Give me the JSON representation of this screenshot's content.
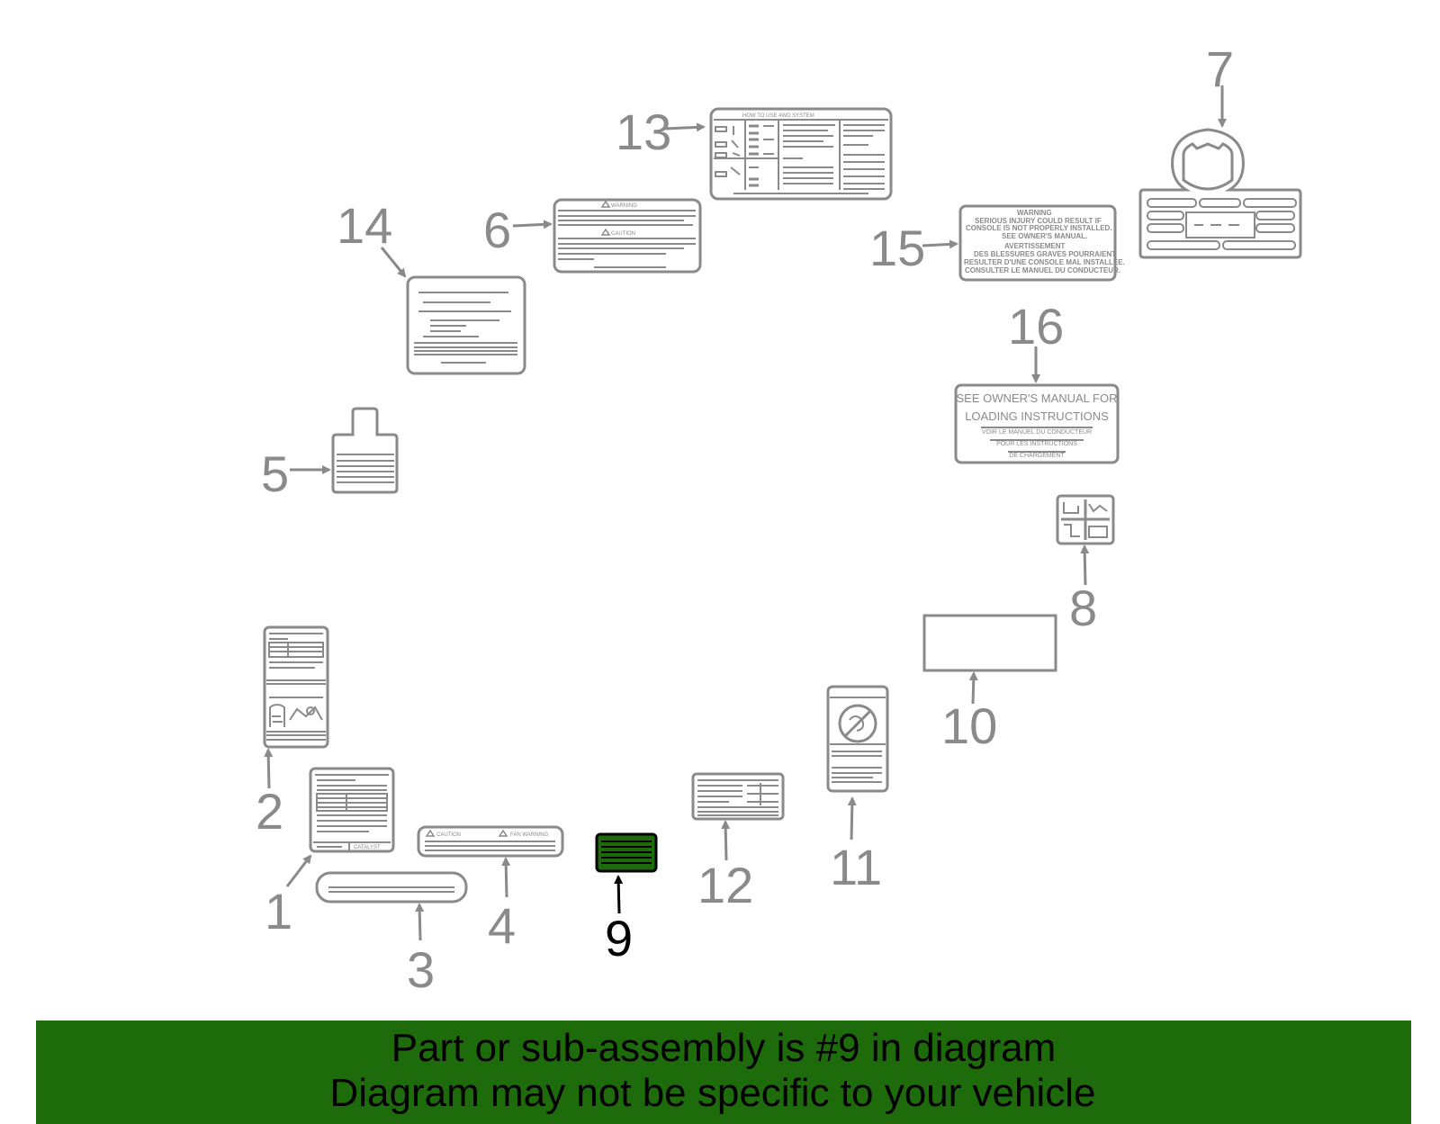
{
  "callouts": {
    "n1": "1",
    "n2": "2",
    "n3": "3",
    "n4": "4",
    "n5": "5",
    "n6": "6",
    "n7": "7",
    "n8": "8",
    "n9": "9",
    "n10": "10",
    "n11": "11",
    "n12": "12",
    "n13": "13",
    "n14": "14",
    "n15": "15",
    "n16": "16"
  },
  "highlighted_part": "9",
  "label_texts": {
    "l13_header": "HOW TO USE 4WD SYSTEM",
    "l6_warning": "WARNING",
    "l6_caution": "CAUTION",
    "l15_warning": "WARNING",
    "l15_en_1": "SERIOUS INJURY COULD RESULT IF",
    "l15_en_2": "CONSOLE IS NOT PROPERLY INSTALLED.",
    "l15_en_3": "SEE OWNER'S MANUAL.",
    "l15_fr_title": "AVERTISSEMENT",
    "l15_fr_1": "DES BLESSURES GRAVES POURRAIENT",
    "l15_fr_2": "RESULTER D'UNE CONSOLE MAL INSTALLEE.",
    "l15_fr_3": "CONSULTER LE MANUEL DU CONDUCTEUR.",
    "l16_line1": "SEE OWNER'S MANUAL FOR",
    "l16_line2": "LOADING INSTRUCTIONS",
    "l16_line3": "VOIR LE MANUEL DU CONDUCTEUR",
    "l16_line4": "POUR LES INSTRUCTIONS",
    "l16_line5": "DE CHARGEMENT",
    "l4_caution": "CAUTION",
    "l4_right": "FAN WARNING",
    "l1_footer": "CATALYST"
  },
  "colors": {
    "outline": "#8a8a8a",
    "highlight_fill": "#1e6b0c",
    "footer_bg": "#1e6b0c"
  },
  "footer": {
    "line1": "Part or sub-assembly is #9 in diagram",
    "line2": "Diagram may not be specific to your vehicle"
  }
}
